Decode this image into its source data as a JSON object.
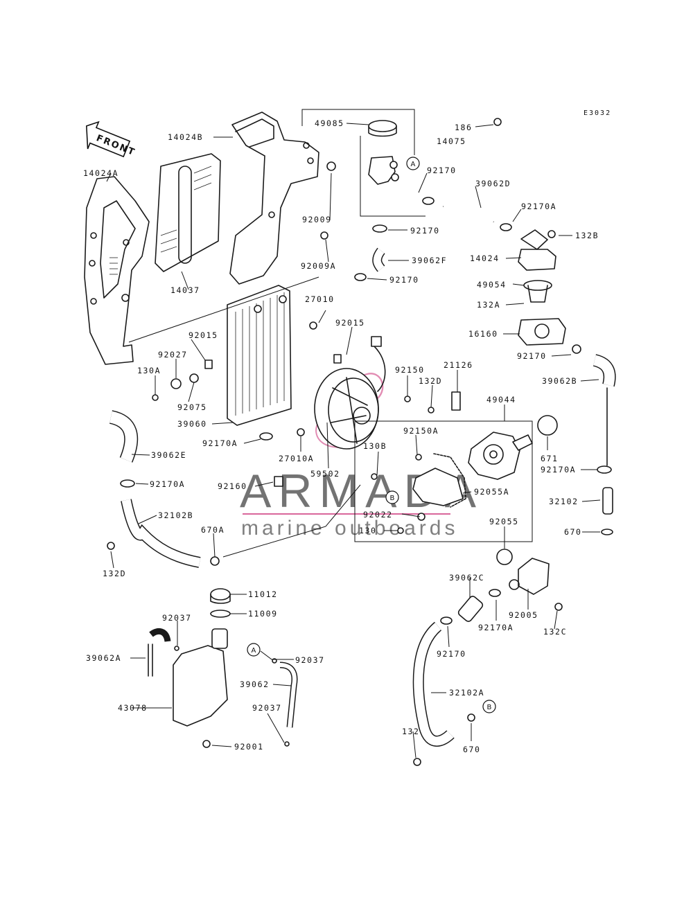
{
  "diagram_code": "E3032",
  "front_arrow_label": "FRONT",
  "watermark": {
    "brand": "ARMADA",
    "tagline": "marine outboards",
    "brand_color": "#d9669a"
  },
  "ref_markers": {
    "a": "A",
    "b": "B"
  },
  "labels": {
    "p49085": "49085",
    "p186": "186",
    "p14075": "14075",
    "p14024B": "14024B",
    "p14024A": "14024A",
    "p92170_a": "92170",
    "p39062D": "39062D",
    "p92009": "92009",
    "p92170A_a": "92170A",
    "p92170_b": "92170",
    "p132B": "132B",
    "p92009A": "92009A",
    "p39062F": "39062F",
    "p14024": "14024",
    "p14037": "14037",
    "p92170_c": "92170",
    "p49054": "49054",
    "p27010": "27010",
    "p132A": "132A",
    "p92015_a": "92015",
    "p16160": "16160",
    "p92015_b": "92015",
    "p92027": "92027",
    "p92170_d": "92170",
    "p130A": "130A",
    "p92150": "92150",
    "p21126": "21126",
    "p39062B": "39062B",
    "p132D_a": "132D",
    "p92075": "92075",
    "p49044": "49044",
    "p39060": "39060",
    "p671": "671",
    "p92170A_b": "92170A",
    "p130B": "130B",
    "p92150A": "92150A",
    "p39062E": "39062E",
    "p27010A": "27010A",
    "p92170A_c": "92170A",
    "p92160": "92160",
    "p59502": "59502",
    "p92170A_d": "92170A",
    "p92055A": "92055A",
    "p32102": "32102",
    "p32102B": "32102B",
    "p92022": "92022",
    "p130": "130",
    "p92055": "92055",
    "p670A": "670A",
    "p670_a": "670",
    "p132D_b": "132D",
    "p11012": "11012",
    "p39062C": "39062C",
    "p11009": "11009",
    "p92005": "92005",
    "p132C": "132C",
    "p92037_a": "92037",
    "p92170A_e": "92170A",
    "p92170_e": "92170",
    "p39062A": "39062A",
    "p92037_b": "92037",
    "p39062": "39062",
    "p32102A": "32102A",
    "p43078": "43078",
    "p92037_c": "92037",
    "p132": "132",
    "p92001": "92001",
    "p670_b": "670"
  }
}
